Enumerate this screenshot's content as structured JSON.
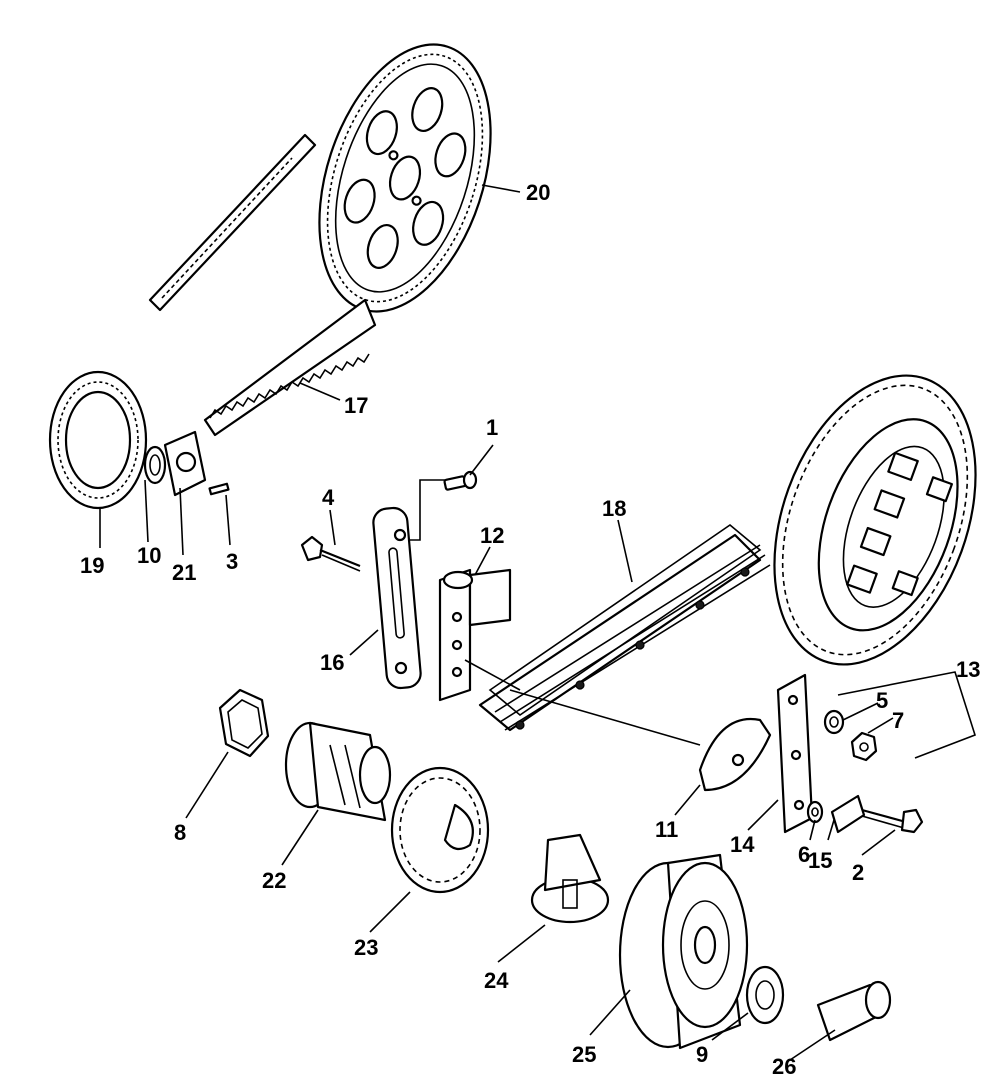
{
  "callouts": [
    {
      "id": "1",
      "label": "1"
    },
    {
      "id": "2",
      "label": "2"
    },
    {
      "id": "3",
      "label": "3"
    },
    {
      "id": "4",
      "label": "4"
    },
    {
      "id": "5",
      "label": "5"
    },
    {
      "id": "6",
      "label": "6"
    },
    {
      "id": "7",
      "label": "7"
    },
    {
      "id": "8",
      "label": "8"
    },
    {
      "id": "9",
      "label": "9"
    },
    {
      "id": "10",
      "label": "10"
    },
    {
      "id": "11",
      "label": "11"
    },
    {
      "id": "12",
      "label": "12"
    },
    {
      "id": "13",
      "label": "13"
    },
    {
      "id": "14",
      "label": "14"
    },
    {
      "id": "15",
      "label": "15"
    },
    {
      "id": "16",
      "label": "16"
    },
    {
      "id": "17",
      "label": "17"
    },
    {
      "id": "18",
      "label": "18"
    },
    {
      "id": "19",
      "label": "19"
    },
    {
      "id": "20",
      "label": "20"
    },
    {
      "id": "21",
      "label": "21"
    },
    {
      "id": "22",
      "label": "22"
    },
    {
      "id": "23",
      "label": "23"
    },
    {
      "id": "24",
      "label": "24"
    },
    {
      "id": "25",
      "label": "25"
    },
    {
      "id": "26",
      "label": "26"
    }
  ],
  "colors": {
    "line": "#000000",
    "background": "#ffffff"
  }
}
